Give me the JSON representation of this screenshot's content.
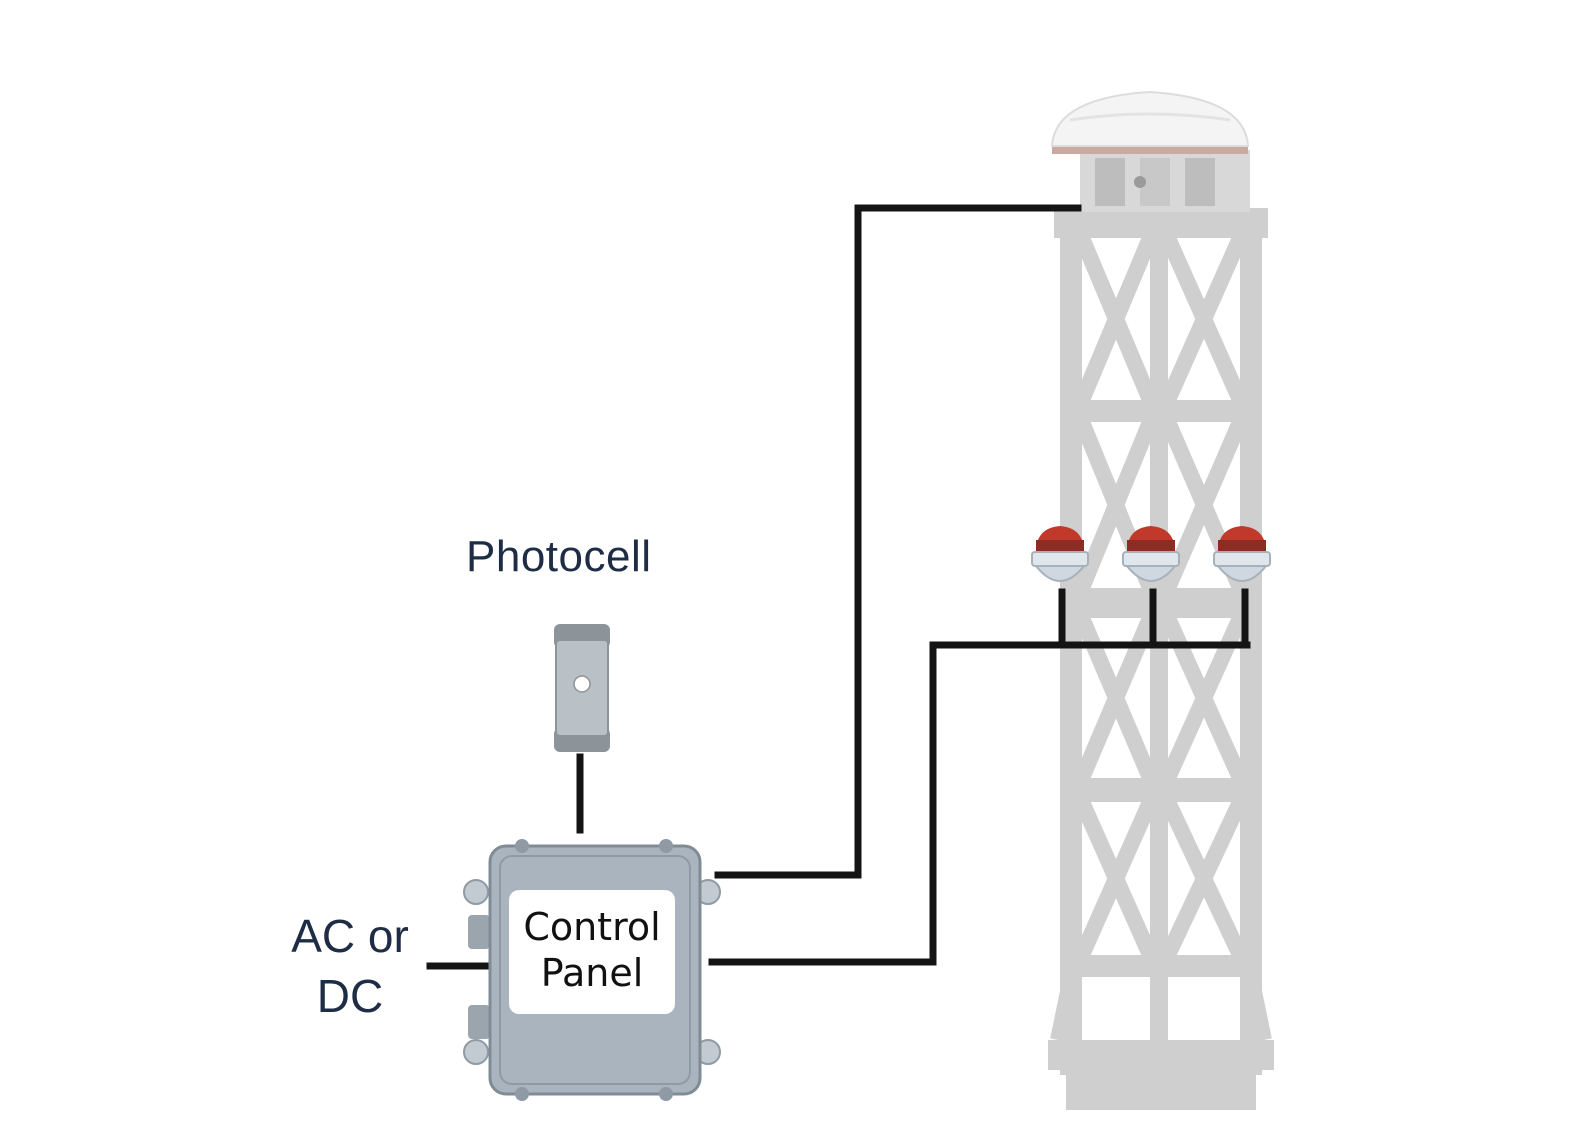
{
  "diagram": {
    "labels": {
      "photocell": "Photocell",
      "power_line1": "AC or",
      "power_line2": "DC",
      "panel_line1": "Control",
      "panel_line2": "Panel"
    },
    "colors": {
      "wire": "#141414",
      "tower": "#cfcfcf",
      "panel_body": "#a9b4be",
      "panel_label_bg": "#ffffff",
      "beacon_red": "#c0392b",
      "label_text": "#1e2d45"
    }
  }
}
